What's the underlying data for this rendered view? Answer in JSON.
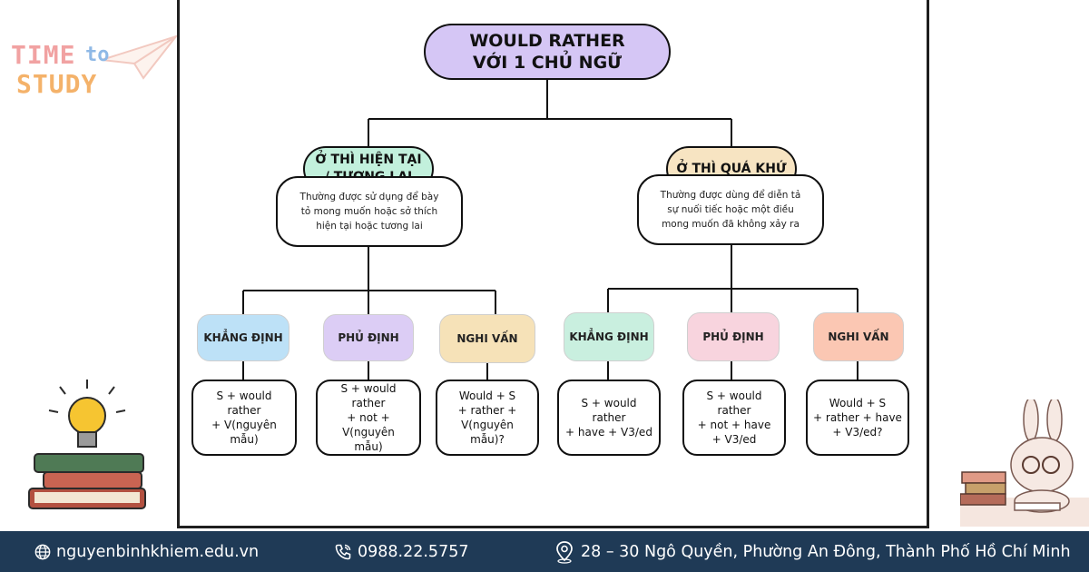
{
  "logo": {
    "time": "TIME",
    "to": "to",
    "study": "STUDY"
  },
  "diagram": {
    "title": "WOULD RATHER\nVỚI 1 CHỦ NGỮ",
    "left": {
      "heading": "Ở THÌ HIỆN TẠI\n/ TƯƠNG LAI",
      "description": "Thường được sử dụng để bày\ntỏ mong muốn hoặc sở thích\nhiện tại hoặc tương lai",
      "types": [
        "KHẲNG ĐỊNH",
        "PHỦ ĐỊNH",
        "NGHI VẤN"
      ],
      "formulas": [
        "S + would rather\n+ V(nguyên mẫu)",
        "S + would rather\n+ not + V(nguyên\nmẫu)",
        "Would + S\n+ rather +\nV(nguyên mẫu)?"
      ]
    },
    "right": {
      "heading": "Ở THÌ QUÁ KHỨ",
      "description": "Thường được dùng để diễn tả\nsự nuối tiếc hoặc một điều\nmong muốn đã không xảy ra",
      "types": [
        "KHẲNG ĐỊNH",
        "PHỦ ĐỊNH",
        "NGHI VẤN"
      ],
      "formulas": [
        "S + would rather\n+ have + V3/ed",
        "S + would rather\n+ not + have\n+ V3/ed",
        "Would + S\n+ rather + have\n+ V3/ed?"
      ]
    }
  },
  "footer": {
    "website": "nguyenbinhkhiem.edu.vn",
    "phone": "0988.22.5757",
    "address": "28 – 30 Ngô Quyền, Phường An Đông, Thành Phố Hồ Chí Minh"
  },
  "colors": {
    "title_bg": "#d5c6f5",
    "present_bg": "#c2f0dc",
    "past_bg": "#f7e4c2",
    "affirm_bg": "#bde1f7",
    "negative_bg": "#dccdf5",
    "question_bg": "#f6e2b8",
    "affirm2_bg": "#c9efdf",
    "negative2_bg": "#f8d4de",
    "question2_bg": "#fbc7b3",
    "footer_bg": "#1f3a56"
  }
}
